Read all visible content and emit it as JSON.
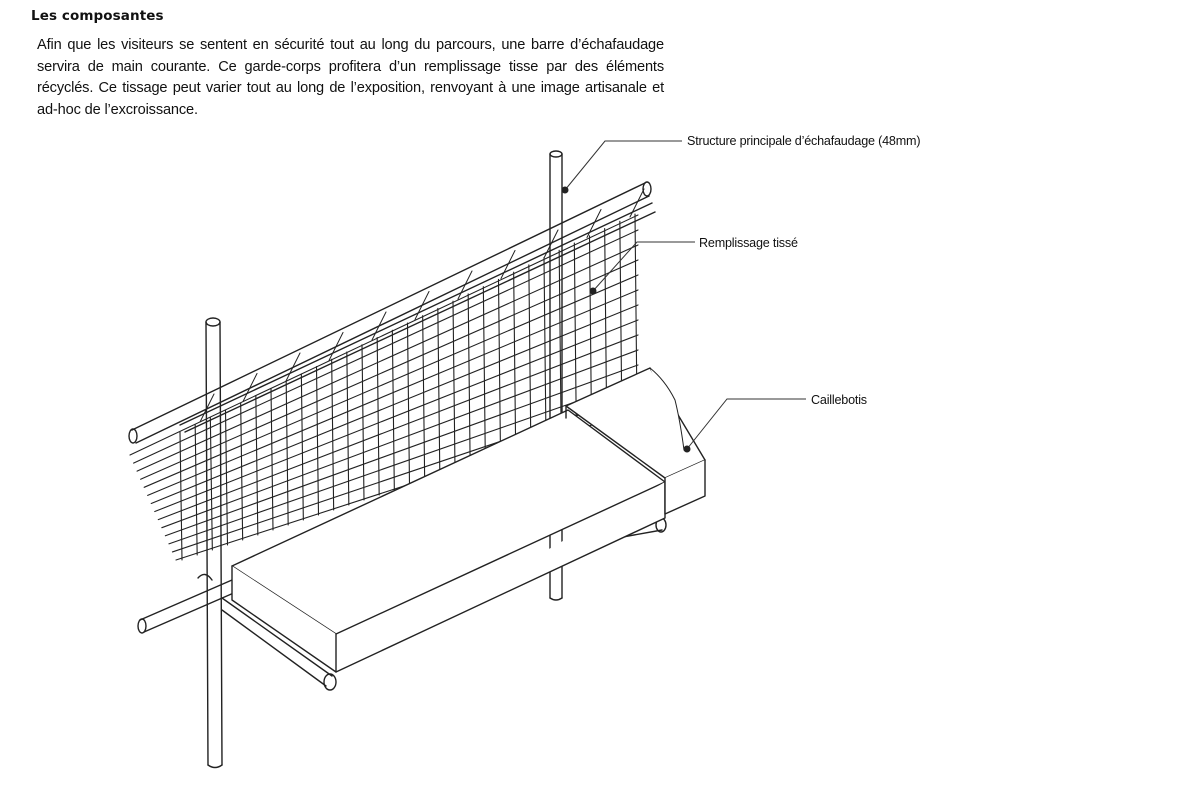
{
  "heading": "Les composantes",
  "intro": "Afin que les visiteurs se sentent en sécurité tout au long du parcours, une barre d’échafaudage servira de main courante. Ce garde-corps profitera d’un remplissage tisse par des éléments récyclés. Ce tissage peut varier tout au long de l’exposition, renvoyant à une image artisanale et ad-hoc de l’excroissance.",
  "labels": {
    "structure": "Structure principale d’échafaudage (48mm)",
    "remplissage": "Remplissage tissé",
    "caillebotis": "Caillebotis"
  },
  "colors": {
    "ink": "#222222",
    "text": "#111111",
    "background": "#ffffff"
  }
}
